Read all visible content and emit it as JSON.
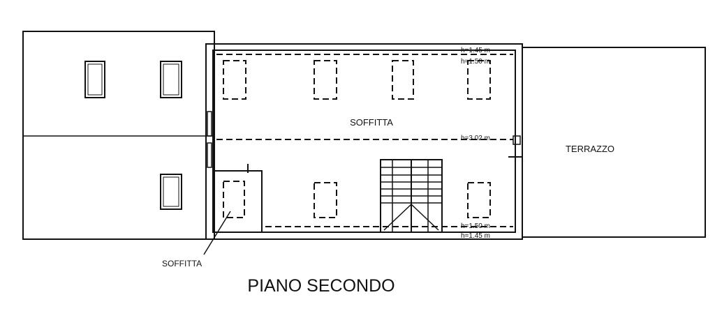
{
  "plan": {
    "title": "PIANO SECONDO",
    "rooms": {
      "main_attic": "SOFFITTA",
      "small_attic": "SOFFITTA",
      "terrace": "TERRAZZO"
    },
    "heights": {
      "top_outer": "h=1.45 m",
      "top_inner": "h=1.50 m",
      "ridge": "h=3.02 m",
      "bottom_inner": "h=1.50 m",
      "bottom_outer": "h=1.45 m"
    }
  }
}
